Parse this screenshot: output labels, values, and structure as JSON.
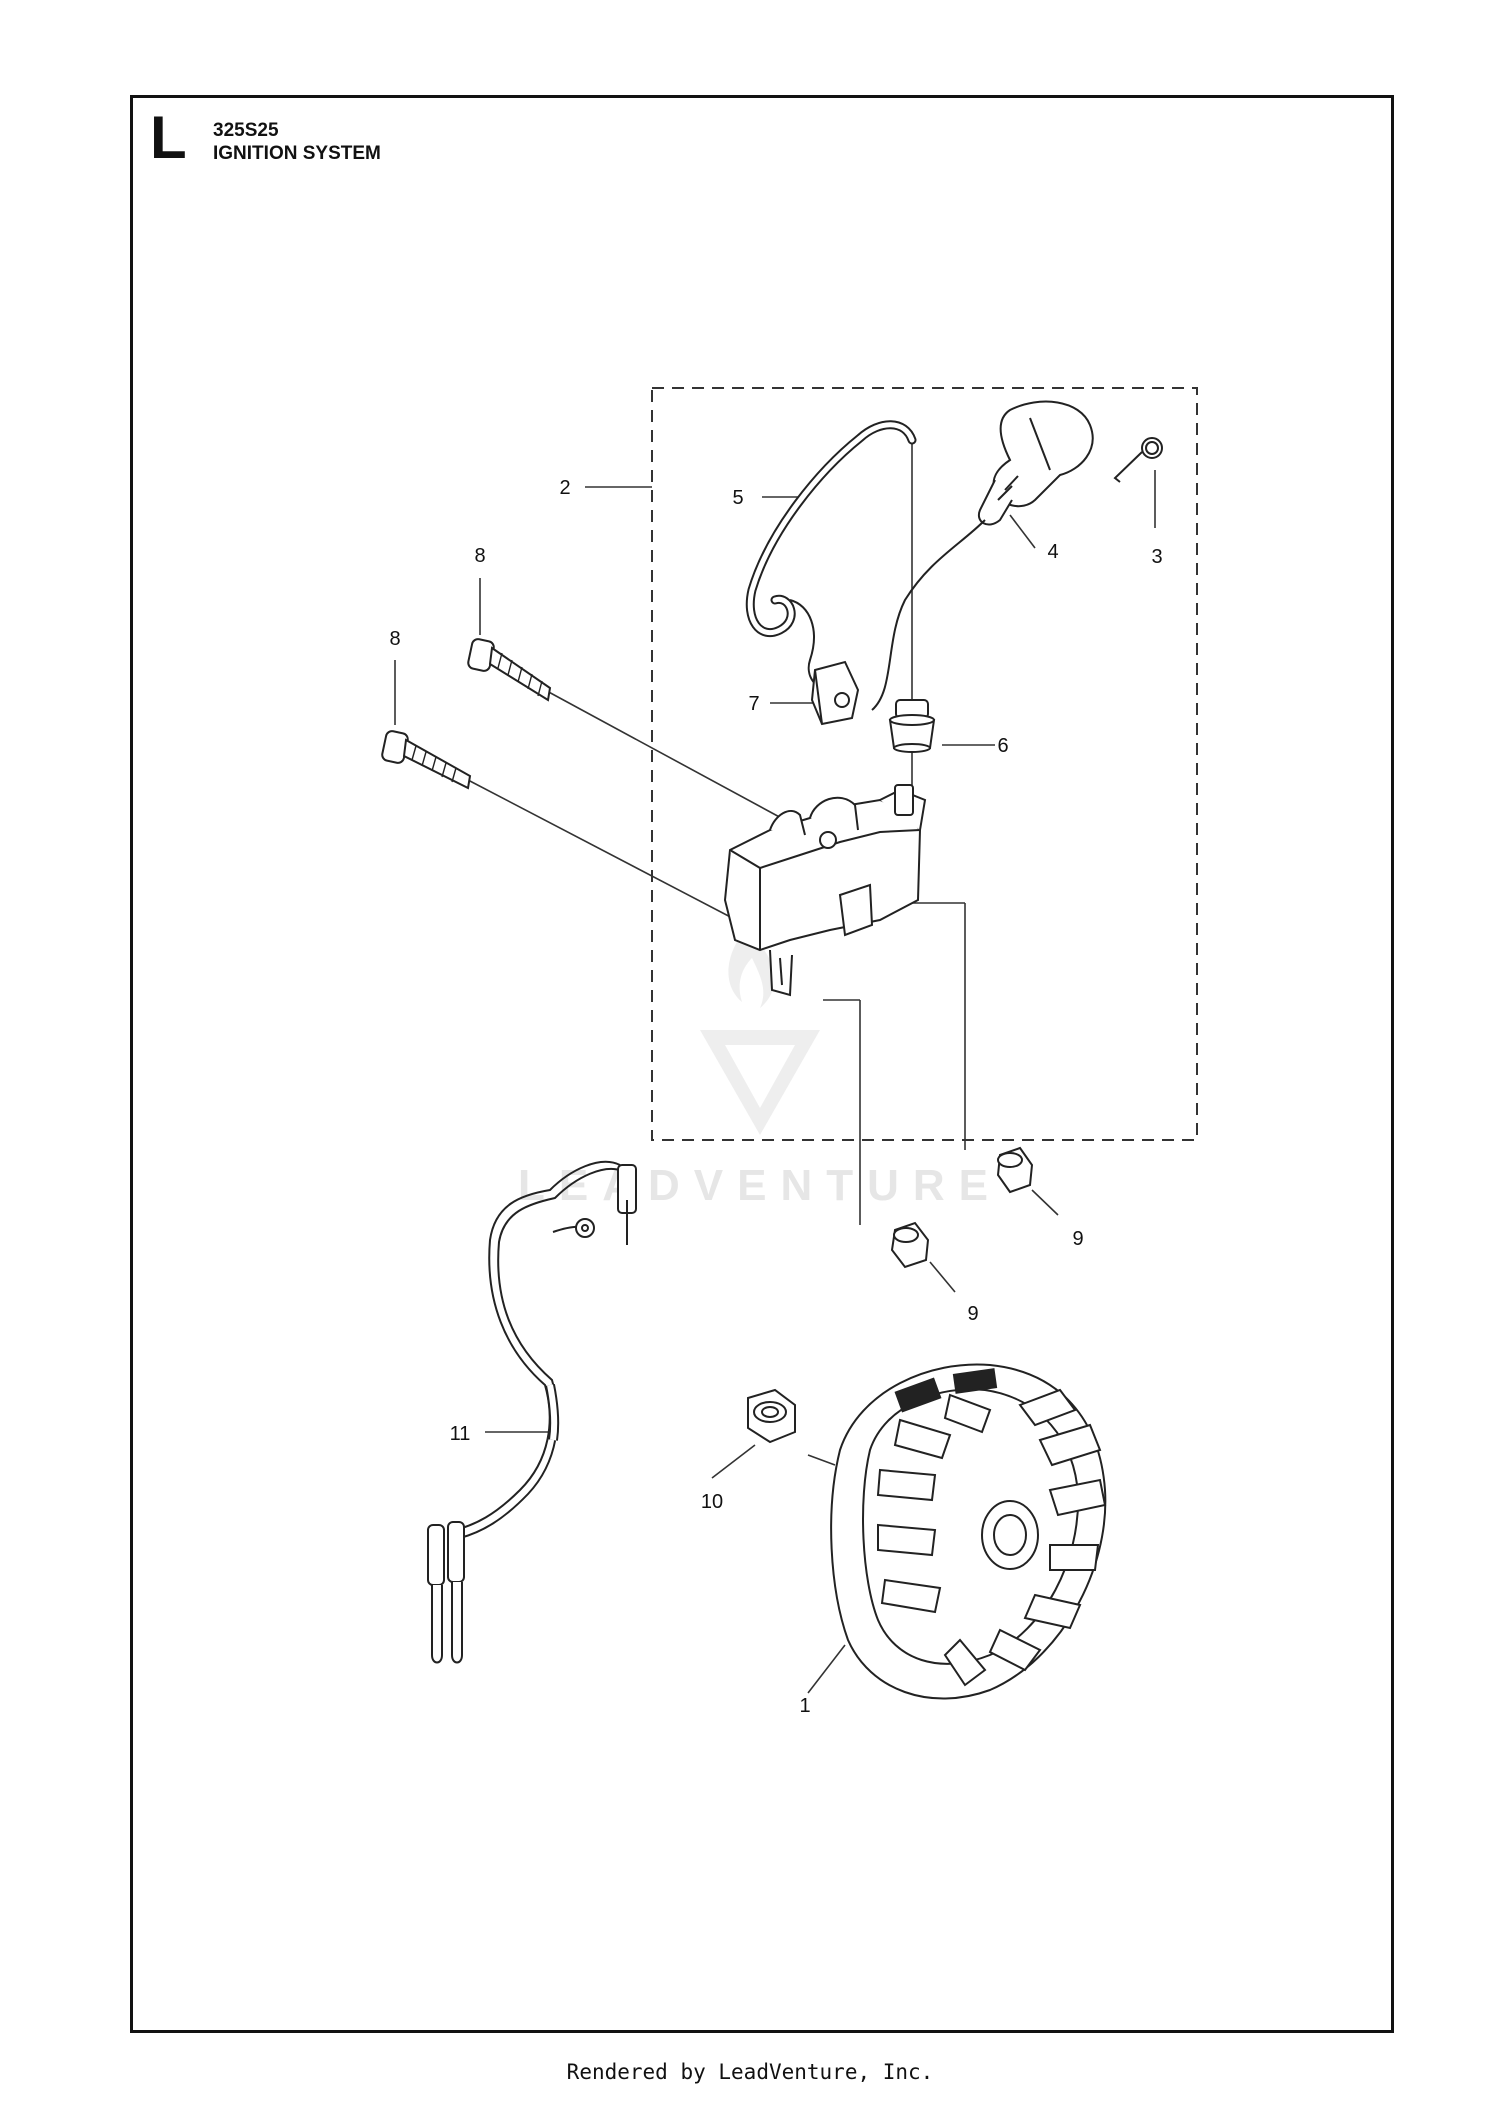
{
  "header": {
    "section_letter": "L",
    "model": "325S25",
    "title": "IGNITION SYSTEM"
  },
  "watermark": {
    "text": "LEADVENTURE"
  },
  "callouts": [
    {
      "id": "callout-2",
      "label": "2"
    },
    {
      "id": "callout-5",
      "label": "5"
    },
    {
      "id": "callout-4",
      "label": "4"
    },
    {
      "id": "callout-3",
      "label": "3"
    },
    {
      "id": "callout-8a",
      "label": "8"
    },
    {
      "id": "callout-8b",
      "label": "8"
    },
    {
      "id": "callout-7",
      "label": "7"
    },
    {
      "id": "callout-6",
      "label": "6"
    },
    {
      "id": "callout-9a",
      "label": "9"
    },
    {
      "id": "callout-9b",
      "label": "9"
    },
    {
      "id": "callout-11",
      "label": "11"
    },
    {
      "id": "callout-10",
      "label": "10"
    },
    {
      "id": "callout-1",
      "label": "1"
    }
  ],
  "footer": {
    "text": "Rendered by LeadVenture, Inc."
  }
}
